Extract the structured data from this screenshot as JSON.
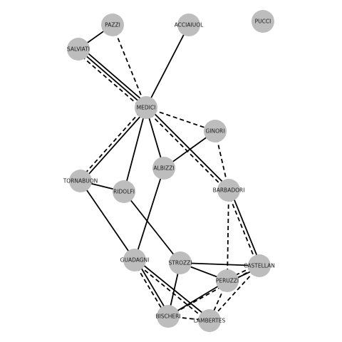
{
  "colors": {
    "background": "#ffffff",
    "node_fill": "#bdbdbd",
    "edge": "#000000"
  },
  "nodes": [
    {
      "id": "pazzi",
      "label": "PAZZI"
    },
    {
      "id": "acciaiuol",
      "label": "ACCIAIUOL"
    },
    {
      "id": "pucci",
      "label": "PUCCI"
    },
    {
      "id": "salviati",
      "label": "SALVIATI"
    },
    {
      "id": "medici",
      "label": "MEDICI"
    },
    {
      "id": "ginori",
      "label": "GINORI"
    },
    {
      "id": "albizzi",
      "label": "ALBIZZI"
    },
    {
      "id": "tornabuon",
      "label": "TORNABUON"
    },
    {
      "id": "ridolfi",
      "label": "RIDOLFI"
    },
    {
      "id": "barbadori",
      "label": "BARBADORI"
    },
    {
      "id": "guadagni",
      "label": "GUADAGNI"
    },
    {
      "id": "strozzi",
      "label": "STROZZI"
    },
    {
      "id": "castellan",
      "label": "CASTELLAN"
    },
    {
      "id": "peruzzi",
      "label": "PERUZZI"
    },
    {
      "id": "bischeri",
      "label": "BISCHERI"
    },
    {
      "id": "lambertes",
      "label": "LAMBERTES"
    }
  ],
  "edges": [
    {
      "source": "pazzi",
      "target": "salviati",
      "style": "solid"
    },
    {
      "source": "pazzi",
      "target": "medici",
      "style": "dashed"
    },
    {
      "source": "salviati",
      "target": "medici",
      "style": "solid"
    },
    {
      "source": "salviati",
      "target": "medici",
      "style": "solid"
    },
    {
      "source": "salviati",
      "target": "medici",
      "style": "dashed"
    },
    {
      "source": "acciaiuol",
      "target": "medici",
      "style": "solid"
    },
    {
      "source": "medici",
      "target": "ginori",
      "style": "dashed"
    },
    {
      "source": "medici",
      "target": "albizzi",
      "style": "solid"
    },
    {
      "source": "medici",
      "target": "tornabuon",
      "style": "solid"
    },
    {
      "source": "medici",
      "target": "tornabuon",
      "style": "dashed"
    },
    {
      "source": "medici",
      "target": "ridolfi",
      "style": "solid"
    },
    {
      "source": "medici",
      "target": "barbadori",
      "style": "solid"
    },
    {
      "source": "medici",
      "target": "barbadori",
      "style": "dashed"
    },
    {
      "source": "ginori",
      "target": "albizzi",
      "style": "solid"
    },
    {
      "source": "ginori",
      "target": "barbadori",
      "style": "dashed"
    },
    {
      "source": "tornabuon",
      "target": "ridolfi",
      "style": "solid"
    },
    {
      "source": "tornabuon",
      "target": "guadagni",
      "style": "solid"
    },
    {
      "source": "ridolfi",
      "target": "strozzi",
      "style": "solid"
    },
    {
      "source": "albizzi",
      "target": "guadagni",
      "style": "solid"
    },
    {
      "source": "barbadori",
      "target": "castellan",
      "style": "solid"
    },
    {
      "source": "barbadori",
      "target": "castellan",
      "style": "dashed"
    },
    {
      "source": "barbadori",
      "target": "peruzzi",
      "style": "dashed"
    },
    {
      "source": "guadagni",
      "target": "bischeri",
      "style": "solid"
    },
    {
      "source": "guadagni",
      "target": "lambertes",
      "style": "solid"
    },
    {
      "source": "guadagni",
      "target": "lambertes",
      "style": "dashed"
    },
    {
      "source": "guadagni",
      "target": "bischeri",
      "style": "dashed"
    },
    {
      "source": "strozzi",
      "target": "castellan",
      "style": "solid"
    },
    {
      "source": "strozzi",
      "target": "peruzzi",
      "style": "solid"
    },
    {
      "source": "strozzi",
      "target": "bischeri",
      "style": "solid"
    },
    {
      "source": "castellan",
      "target": "peruzzi",
      "style": "solid"
    },
    {
      "source": "castellan",
      "target": "peruzzi",
      "style": "dashed"
    },
    {
      "source": "castellan",
      "target": "lambertes",
      "style": "dashed"
    },
    {
      "source": "peruzzi",
      "target": "bischeri",
      "style": "solid"
    },
    {
      "source": "peruzzi",
      "target": "lambertes",
      "style": "dashed"
    },
    {
      "source": "bischeri",
      "target": "lambertes",
      "style": "dashed"
    },
    {
      "source": "castellan",
      "target": "bischeri",
      "style": "dashed"
    }
  ]
}
